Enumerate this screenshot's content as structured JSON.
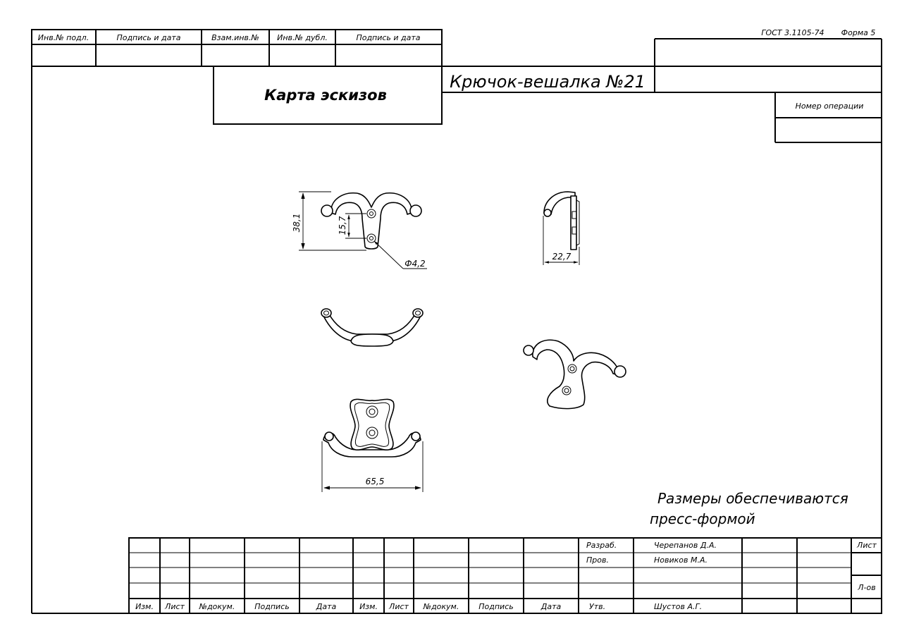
{
  "standard": {
    "gost": "ГОСТ 3.1105-74",
    "form": "Форма 5"
  },
  "top_stamp": {
    "headers": [
      "Инв.№ подл.",
      "Подпись и дата",
      "Взам.инв.№",
      "Инв.№ дубл.",
      "Подпись и дата"
    ]
  },
  "document": {
    "type": "Карта эскизов",
    "title": "Крючок-вешалка №21",
    "operation_label": "Номер операции"
  },
  "dimensions": {
    "height": "38,1",
    "hole_spacing": "15,7",
    "hole_diameter": "Ф4,2",
    "depth": "22,7",
    "width": "65,5"
  },
  "note": {
    "line1": "Размеры обеспечиваются",
    "line2": "пресс-формой"
  },
  "title_block": {
    "headers": [
      "Изм.",
      "Лист",
      "№докум.",
      "Подпись",
      "Дата",
      "Изм.",
      "Лист",
      "№докум.",
      "Подпись",
      "Дата"
    ],
    "roles": {
      "developed": "Разраб.",
      "checked": "Пров.",
      "approved": "Утв."
    },
    "people": {
      "developer": "Черепанов Д.А.",
      "checker": "Новиков М.А.",
      "approver": "Шустов А.Г."
    },
    "sheet_label": "Лист",
    "sheet_code": "Л-ов"
  }
}
